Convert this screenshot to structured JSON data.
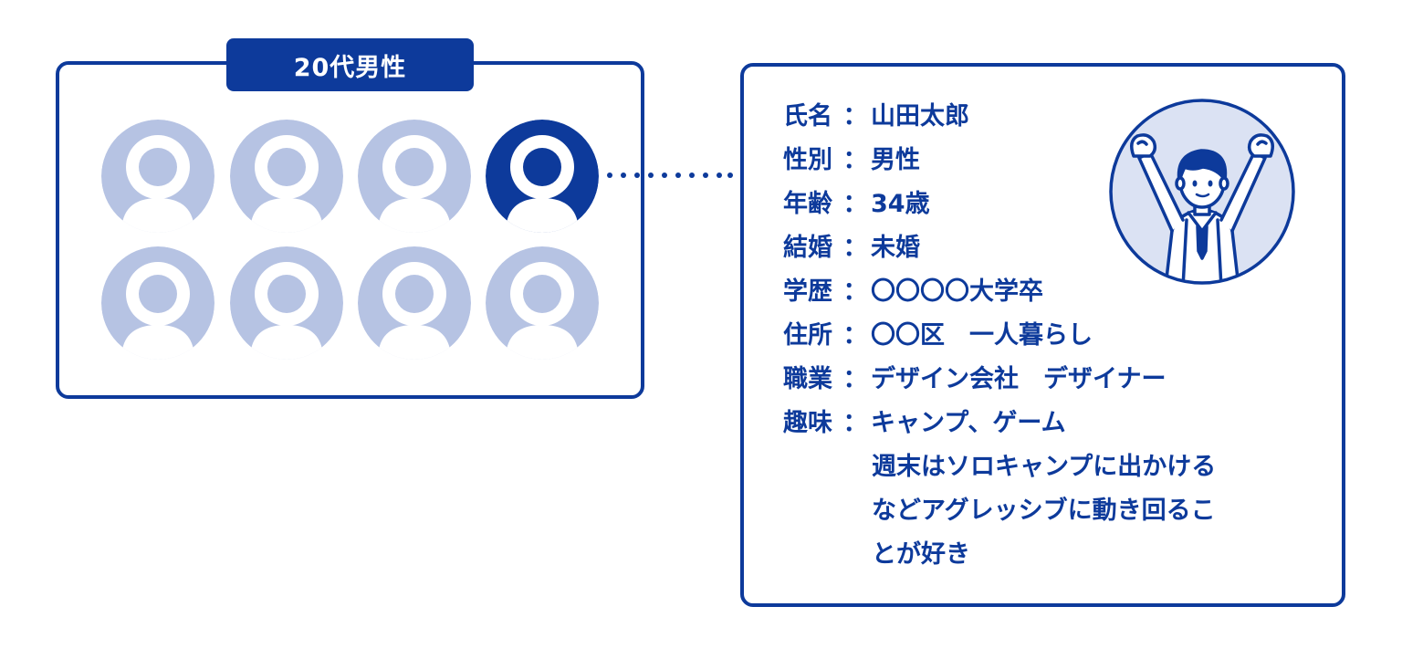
{
  "group": {
    "label": "20代男性",
    "count": 8,
    "highlighted_index": 3
  },
  "colors": {
    "primary": "#0d3a9b",
    "avatar_muted": "#b6c3e3",
    "illustration_bg": "#dbe2f3"
  },
  "profile": {
    "fields": [
      {
        "key": "氏名",
        "value": "山田太郎"
      },
      {
        "key": "性別",
        "value": "男性"
      },
      {
        "key": "年齢",
        "value": "34歳"
      },
      {
        "key": "結婚",
        "value": "未婚"
      },
      {
        "key": "学歴",
        "value": "〇〇〇〇大学卒"
      },
      {
        "key": "住所",
        "value": "〇〇区　一人暮らし"
      },
      {
        "key": "職業",
        "value": "デザイン会社　デザイナー"
      },
      {
        "key": "趣味",
        "value": "キャンプ、ゲーム"
      }
    ],
    "hobby_detail": [
      "週末はソロキャンプに出かける",
      "などアグレッシブに動き回るこ",
      "とが好き"
    ],
    "separator": "：",
    "illustration": "man-raising-arms-icon"
  }
}
